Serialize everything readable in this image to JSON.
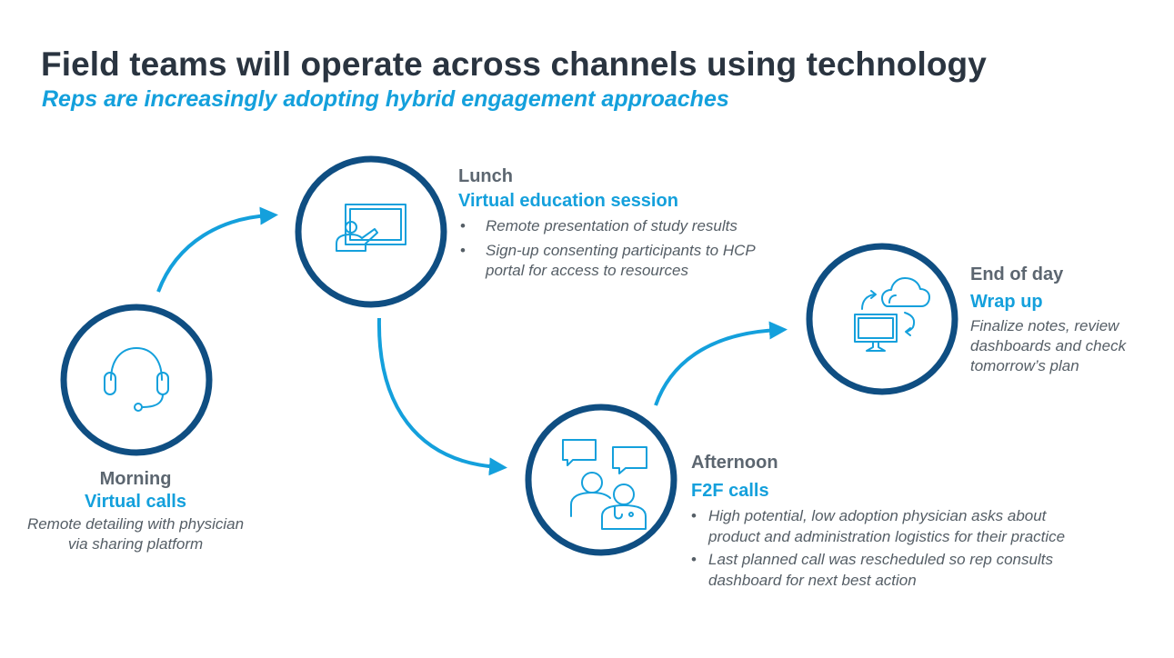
{
  "title": "Field teams will operate across channels using technology",
  "subtitle": "Reps are increasingly adopting hybrid engagement approaches",
  "colors": {
    "ring": "#0f4e82",
    "accent": "#14a0dc",
    "title": "#2a3440",
    "text": "#555e66",
    "period": "#5c6670"
  },
  "steps": [
    {
      "period": "Morning",
      "activity": "Virtual calls",
      "icon": "headset-icon",
      "description": [
        "Remote detailing with physician",
        "via sharing platform"
      ]
    },
    {
      "period": "Lunch",
      "activity": "Virtual education session",
      "icon": "presentation-board-icon",
      "bullets": [
        "Remote presentation of study results",
        "Sign-up consenting participants to HCP portal for access to resources"
      ]
    },
    {
      "period": "Afternoon",
      "activity": "F2F calls",
      "icon": "doctor-conversation-icon",
      "bullets": [
        "High potential, low adoption physician asks about product and administration logistics for their practice",
        "Last planned call was rescheduled so rep consults dashboard for next best action"
      ]
    },
    {
      "period": "End of day",
      "activity": "Wrap up",
      "icon": "cloud-sync-monitor-icon",
      "description": [
        "Finalize notes, review",
        "dashboards and check",
        "tomorrow’s plan"
      ]
    }
  ]
}
